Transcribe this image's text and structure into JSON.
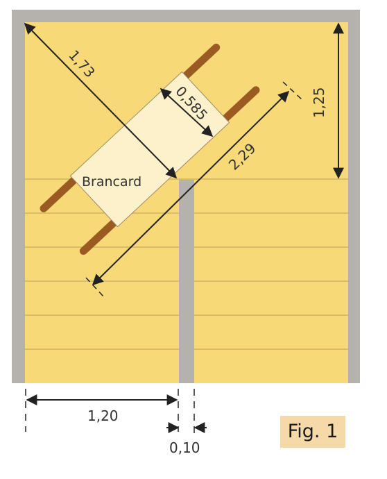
{
  "labels": {
    "diagonal_corner": "1,73",
    "stretcher_width": "0,585",
    "stretcher_length": "2,29",
    "landing_depth": "1,25",
    "flight_width": "1,20",
    "wall_gap": "0,10",
    "stretcher_name": "Brancard",
    "figure": "Fig. 1"
  },
  "colors": {
    "wall": "#b5b2ad",
    "floor": "#f7d978",
    "step_line": "#d9bc68",
    "stretcher_body": "#fdf1cc",
    "stretcher_handle": "#9b5a22",
    "dimension": "#222222",
    "fig_bg": "#f6d9a8"
  },
  "flights": {
    "left_steps": 6,
    "right_steps": 6
  }
}
